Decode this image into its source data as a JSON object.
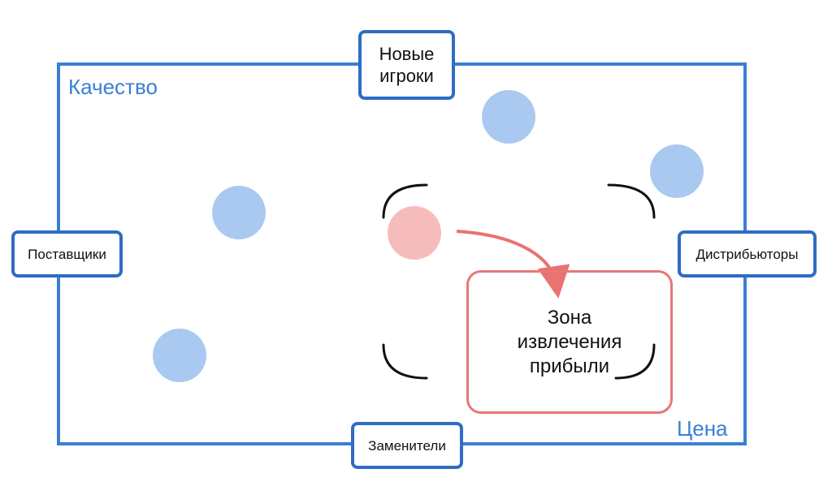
{
  "labels": {
    "quality": "Качество",
    "price": "Цена"
  },
  "forces": {
    "new_players": "Новые\nигроки",
    "suppliers": "Поставщики",
    "distributors": "Дистрибьюторы",
    "substitutes": "Заменители"
  },
  "zone": {
    "label": "Зона\nизвлечения\nприбыли"
  },
  "colors": {
    "frame": "#3a7fd5",
    "box_border": "#2f6cc3",
    "circle_blue": "#a9c9f1",
    "circle_pink": "#f6bcbc",
    "arrow": "#e97272",
    "focus_brackets": "#111111"
  }
}
